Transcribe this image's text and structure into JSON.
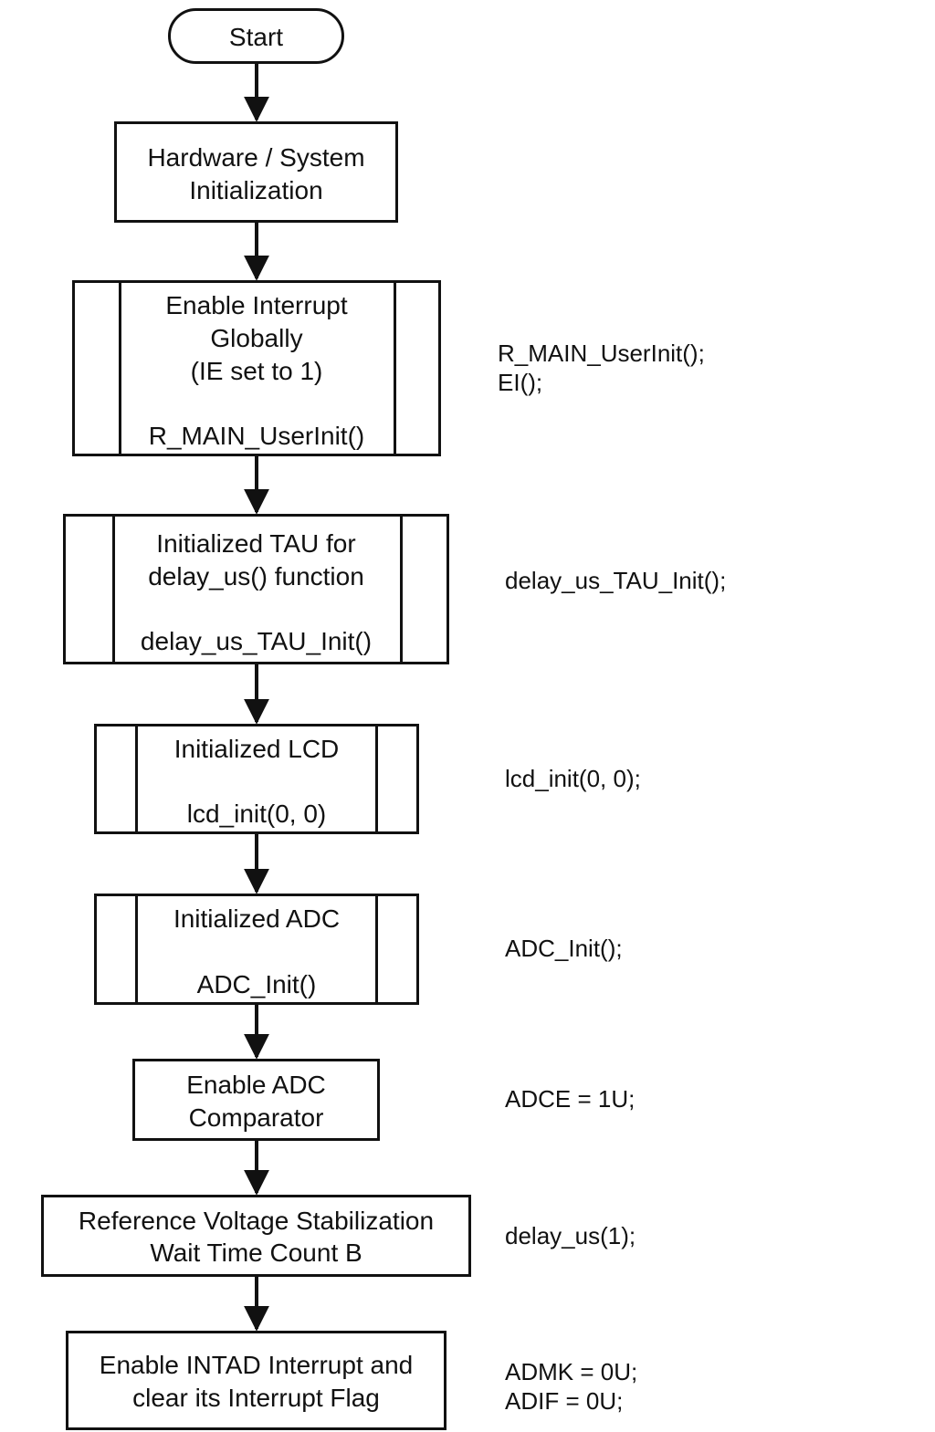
{
  "nodes": {
    "start": {
      "label": "Start"
    },
    "hw_init": {
      "line1": "Hardware / System",
      "line2": "Initialization"
    },
    "enable_int": {
      "line1": "Enable Interrupt",
      "line2": "Globally",
      "line3": "(IE set to 1)",
      "func": "R_MAIN_UserInit()"
    },
    "tau_init": {
      "line1": "Initialized TAU for",
      "line2": "delay_us() function",
      "func": "delay_us_TAU_Init()"
    },
    "lcd_init": {
      "line1": "Initialized LCD",
      "func": "lcd_init(0, 0)"
    },
    "adc_init": {
      "line1": "Initialized ADC",
      "func": "ADC_Init()"
    },
    "adc_comp": {
      "line1": "Enable ADC",
      "line2": "Comparator"
    },
    "ref_wait": {
      "line1": "Reference Voltage Stabilization",
      "line2": "Wait Time Count B"
    },
    "intad": {
      "line1": "Enable INTAD Interrupt and",
      "line2": "clear its Interrupt Flag"
    }
  },
  "code": {
    "enable_int": [
      "R_MAIN_UserInit();",
      "EI();"
    ],
    "tau_init": [
      "delay_us_TAU_Init();"
    ],
    "lcd_init": [
      "lcd_init(0, 0);"
    ],
    "adc_init": [
      "ADC_Init();"
    ],
    "adc_comp": [
      "ADCE = 1U;"
    ],
    "ref_wait": [
      "delay_us(1);"
    ],
    "intad": [
      "ADMK = 0U;",
      "ADIF = 0U;"
    ]
  }
}
